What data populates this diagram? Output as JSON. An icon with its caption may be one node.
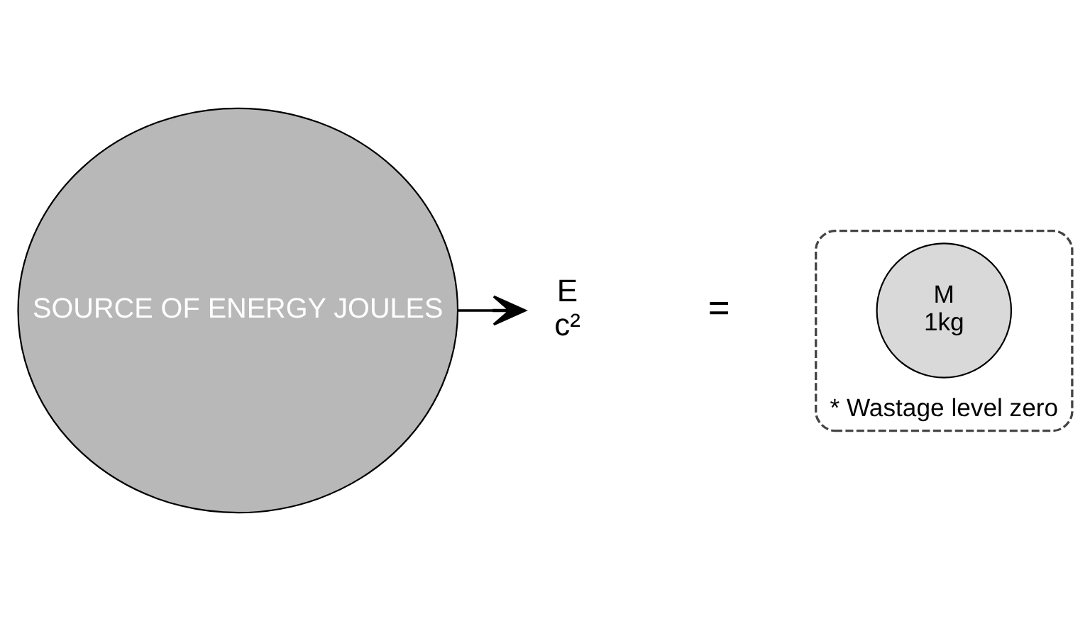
{
  "diagram": {
    "nodes": [
      {
        "text": [
          "SOURCE OF ENERGY JOULES"
        ]
      },
      {
        "text": [
          "E",
          "c²"
        ]
      },
      {
        "text": [],
        "shape": "star",
        "beside": [
          "* Wastage level zero"
        ]
      },
      {
        "text": [
          "M",
          "1kg"
        ],
        "in": 2
      }
    ],
    "edges": [
      {
        "from": 0,
        "to": 1,
        "arrow": "to"
      }
    ],
    "labels": [
      "="
    ]
  }
}
